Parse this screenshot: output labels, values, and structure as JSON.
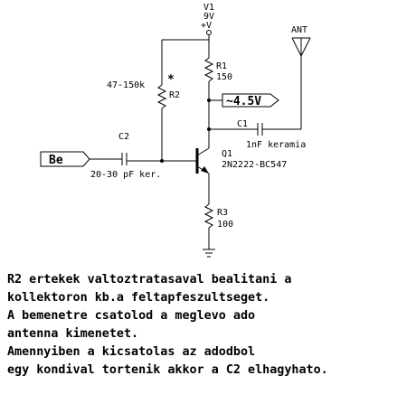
{
  "diagram": {
    "supply": {
      "name": "V1",
      "voltage": "9V",
      "rail": "+V"
    },
    "antenna_label": "ANT",
    "input_label": "Be",
    "voltage_probe": "~4.5V",
    "asterisk": "*",
    "components": {
      "r1": {
        "ref": "R1",
        "value": "150"
      },
      "r2": {
        "ref": "R2",
        "value": "47-150k"
      },
      "r3": {
        "ref": "R3",
        "value": "100"
      },
      "c1": {
        "ref": "C1",
        "value": "1nF keramia"
      },
      "c2": {
        "ref": "C2",
        "value": "20-30 pF ker."
      },
      "q1": {
        "ref": "Q1",
        "value": "2N2222-BC547"
      }
    }
  },
  "notes": [
    "R2 ertekek valtoztratasaval bealitani a",
    "kollektoron kb.a feltapfeszultseget.",
    "A bemenetre csatolod a meglevo ado",
    "antenna kimenetet.",
    "Amennyiben a kicsatolas az adodbol",
    "egy kondival tortenik akkor a C2 elhagyhato."
  ]
}
